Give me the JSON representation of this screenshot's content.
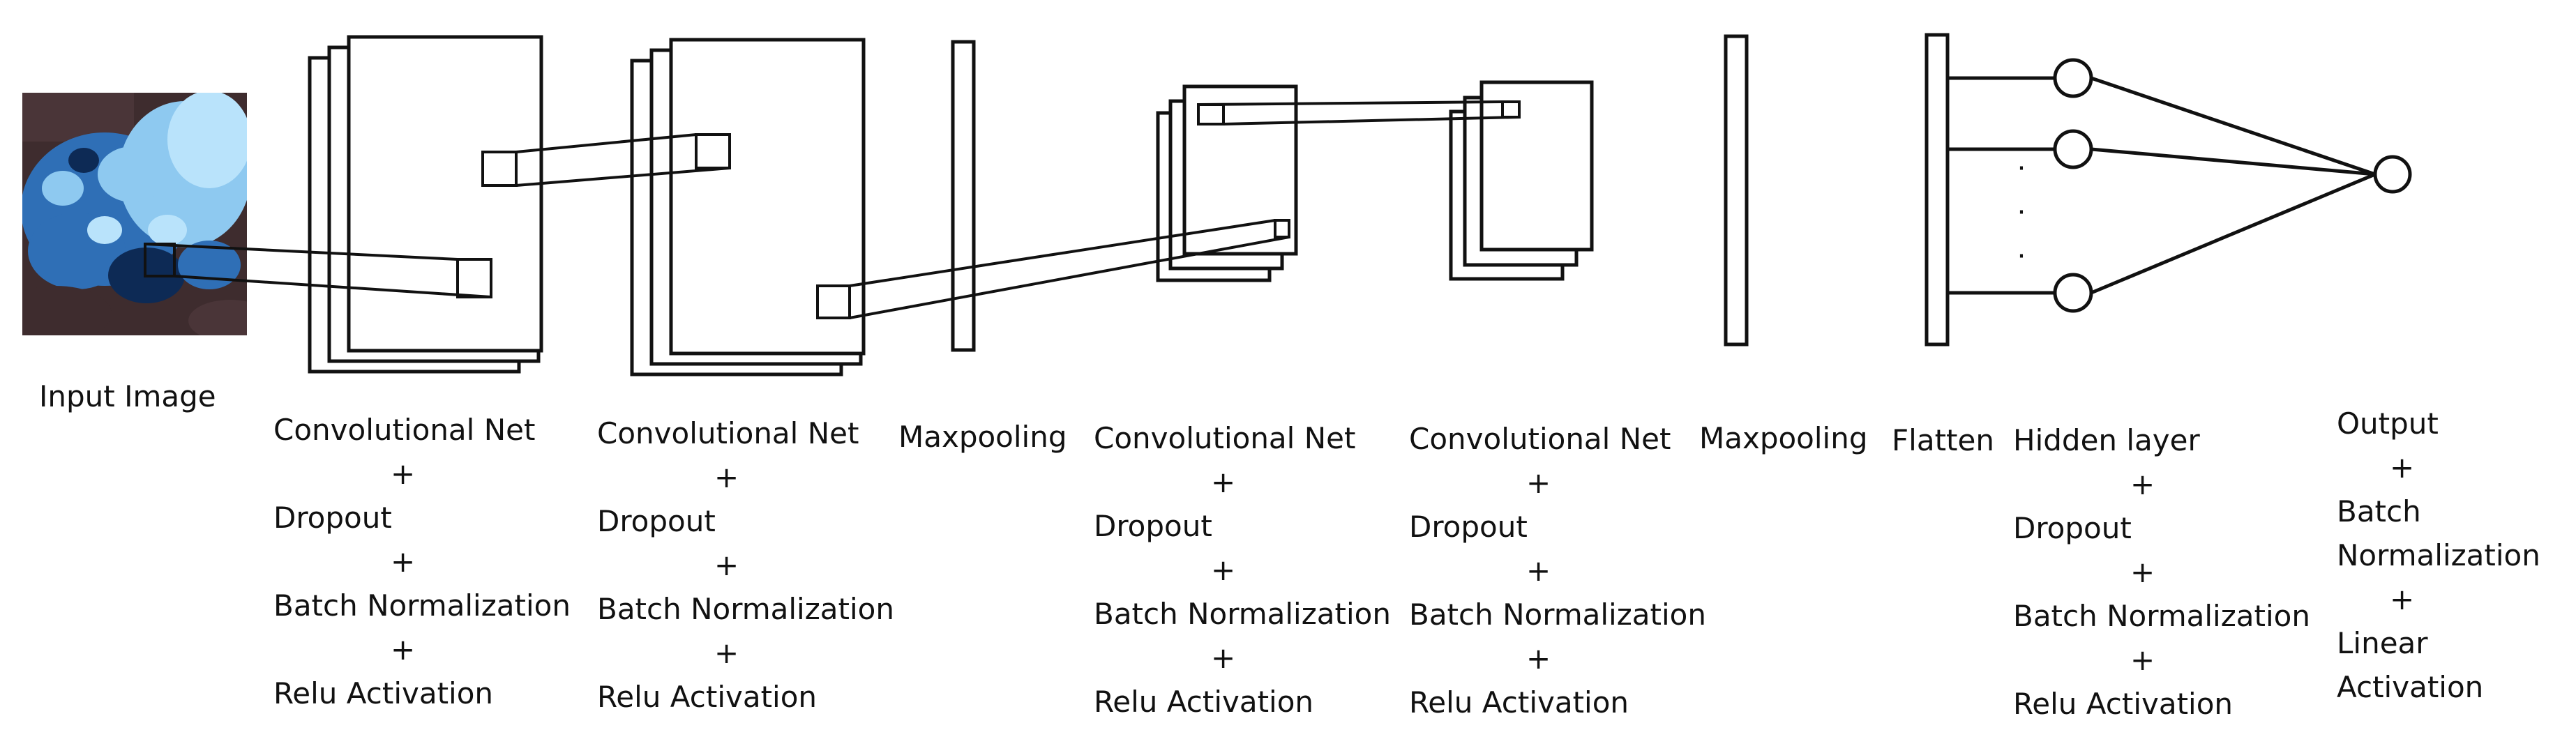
{
  "input": {
    "label": "Input Image",
    "colors": {
      "dark": "#3e2c2e",
      "mid": "#2f6fb6",
      "light": "#8ec9f0",
      "pale": "#b9e3fb",
      "deep": "#0d2a55"
    }
  },
  "layers": [
    {
      "id": "conv1",
      "lines": [
        "Convolutional Net",
        "+",
        "Dropout",
        "+",
        "Batch Normalization",
        "+",
        "Relu Activation"
      ]
    },
    {
      "id": "conv2",
      "lines": [
        "Convolutional Net",
        "+",
        "Dropout",
        "+",
        "Batch Normalization",
        "+",
        "Relu Activation"
      ]
    },
    {
      "id": "pool1",
      "lines": [
        "Maxpooling"
      ]
    },
    {
      "id": "conv3",
      "lines": [
        "Convolutional Net",
        "+",
        "Dropout",
        "+",
        "Batch Normalization",
        "+",
        "Relu Activation"
      ]
    },
    {
      "id": "conv4",
      "lines": [
        "Convolutional Net",
        "+",
        "Dropout",
        "+",
        "Batch Normalization",
        "+",
        "Relu Activation"
      ]
    },
    {
      "id": "pool2",
      "lines": [
        "Maxpooling"
      ]
    },
    {
      "id": "flatten",
      "lines": [
        "Flatten"
      ]
    },
    {
      "id": "hidden",
      "lines": [
        "Hidden layer",
        "+",
        "Dropout",
        "+",
        "Batch Normalization",
        "+",
        "Relu Activation"
      ]
    },
    {
      "id": "output",
      "lines": [
        "Output",
        "+",
        "Batch",
        "Normalization",
        "+",
        "Linear",
        "Activation"
      ]
    }
  ],
  "hidden_ellipsis": "·"
}
